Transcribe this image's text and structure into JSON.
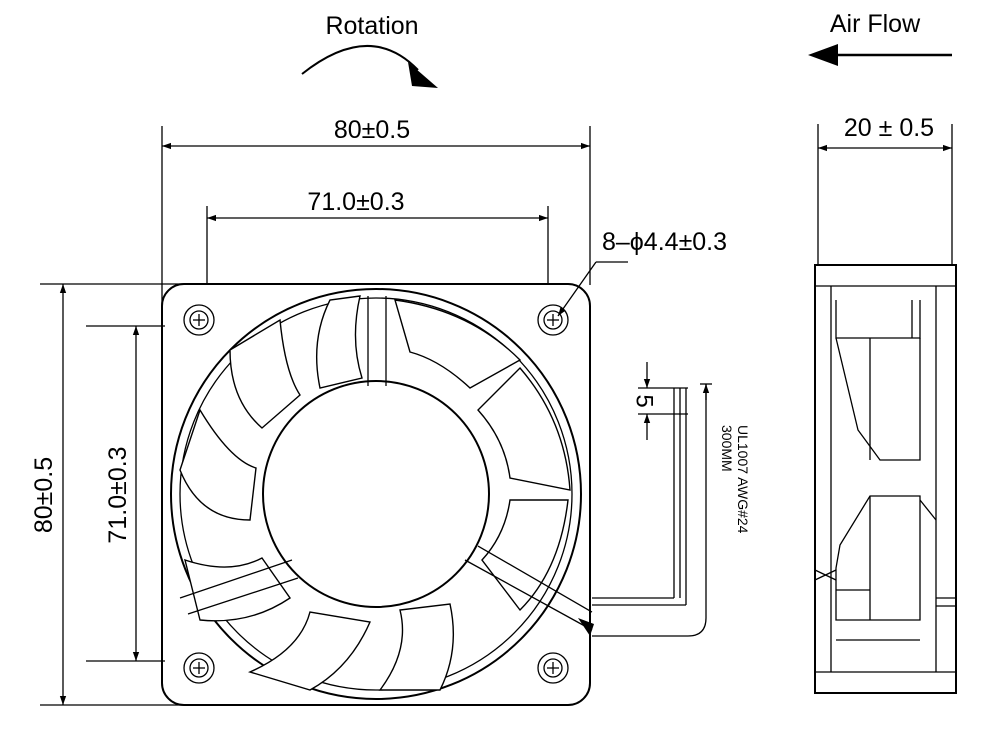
{
  "labels": {
    "rotation": "Rotation",
    "air_flow": "Air Flow",
    "width_overall": "80±0.5",
    "width_holes": "71.0±0.3",
    "height_overall": "80±0.5",
    "height_holes": "71.0±0.3",
    "depth": "20 ± 0.5",
    "hole_spec": "8–ϕ4.4±0.3",
    "lead_strip": "5",
    "wire_spec": "UL1007 AWG#24",
    "wire_length": "300MM"
  }
}
